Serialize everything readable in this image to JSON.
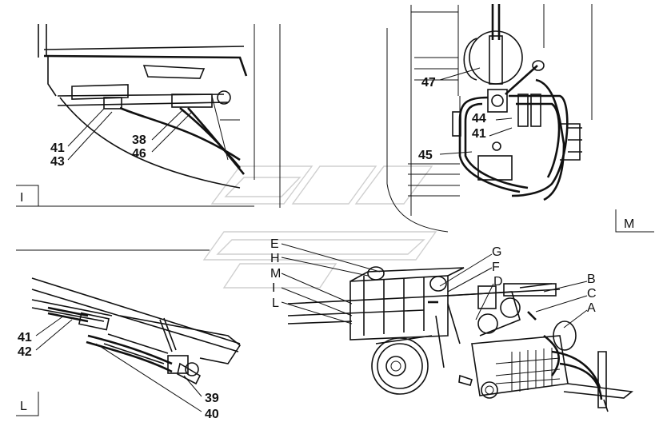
{
  "panels": {
    "I": {
      "letter": "I",
      "callouts": [
        "41",
        "43",
        "38",
        "46"
      ]
    },
    "M": {
      "letter": "M",
      "callouts": [
        "47",
        "44",
        "41",
        "45"
      ]
    },
    "L": {
      "letter": "L",
      "callouts": [
        "41",
        "42",
        "39",
        "40"
      ]
    },
    "machine": {
      "left_letters": [
        "E",
        "H",
        "M",
        "I",
        "L"
      ],
      "right_letters": [
        "G",
        "F",
        "D",
        "B",
        "C",
        "A"
      ]
    }
  }
}
